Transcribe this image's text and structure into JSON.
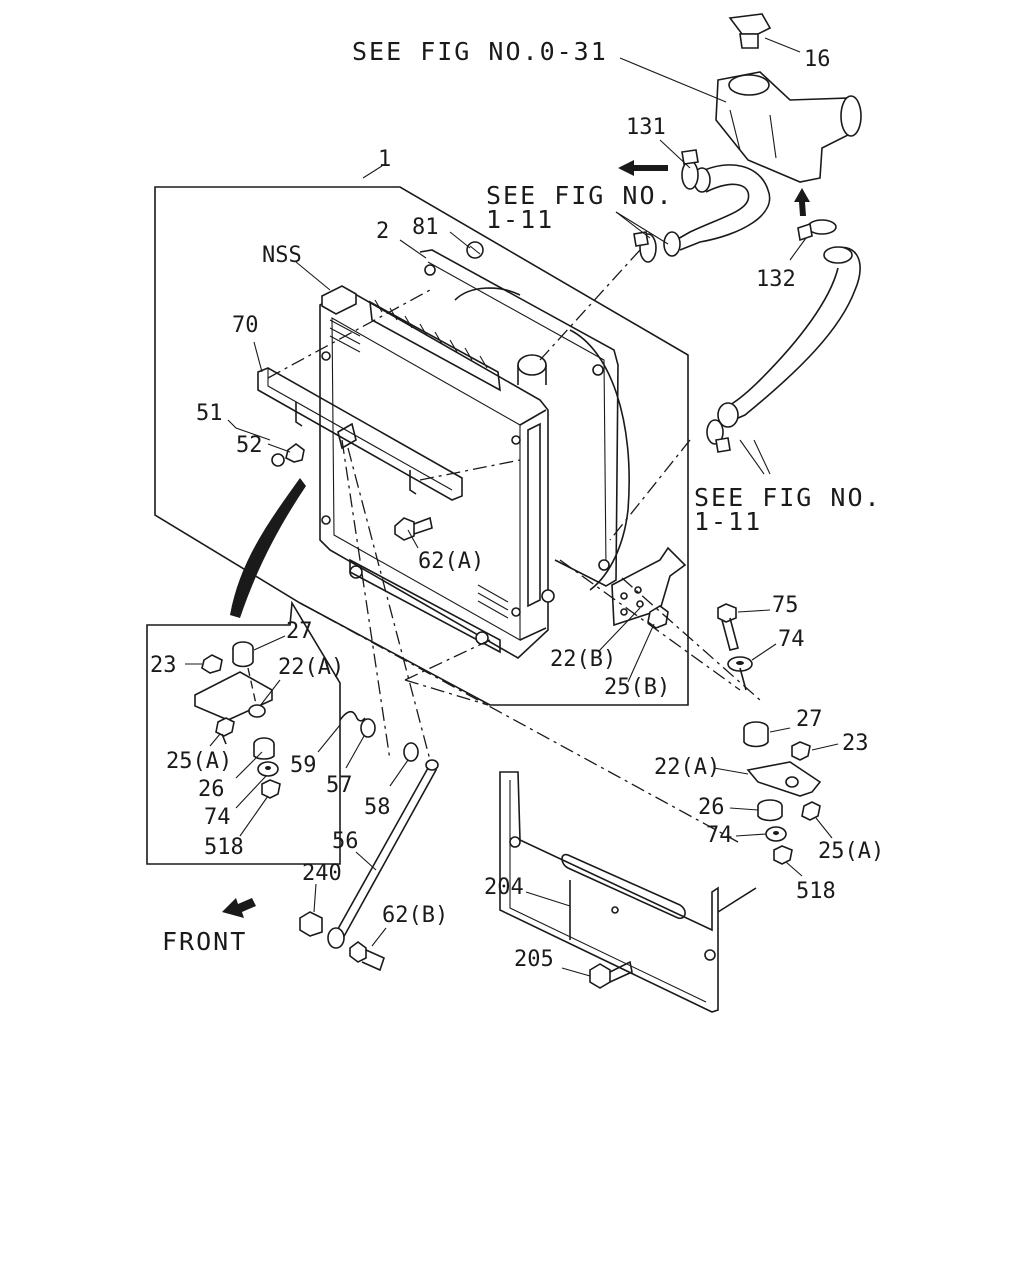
{
  "references": {
    "fig_0_31": "SEE FIG NO.0-31",
    "fig_1_11_top_a": "SEE FIG NO.",
    "fig_1_11_top_b": "1-11",
    "fig_1_11_right_a": "SEE FIG NO.",
    "fig_1_11_right_b": "1-11"
  },
  "front_label": "FRONT",
  "parts": {
    "p1": "1",
    "p2": "2",
    "p16": "16",
    "p131": "131",
    "p132": "132",
    "p81": "81",
    "nss": "NSS",
    "p70": "70",
    "p51": "51",
    "p52": "52",
    "p62a": "62(A)",
    "p22b": "22(B)",
    "p25b": "25(B)",
    "p75": "75",
    "p74_right_top": "74",
    "p27_left": "27",
    "p23_left": "23",
    "p22a_left": "22(A)",
    "p25a_left": "25(A)",
    "p26_left": "26",
    "p74_left": "74",
    "p518_left": "518",
    "p59": "59",
    "p57": "57",
    "p58": "58",
    "p56": "56",
    "p240": "240",
    "p62b": "62(B)",
    "p27_right": "27",
    "p23_right": "23",
    "p22a_right": "22(A)",
    "p26_right": "26",
    "p74_right": "74",
    "p25a_right": "25(A)",
    "p518_right": "518",
    "p204": "204",
    "p205": "205"
  }
}
